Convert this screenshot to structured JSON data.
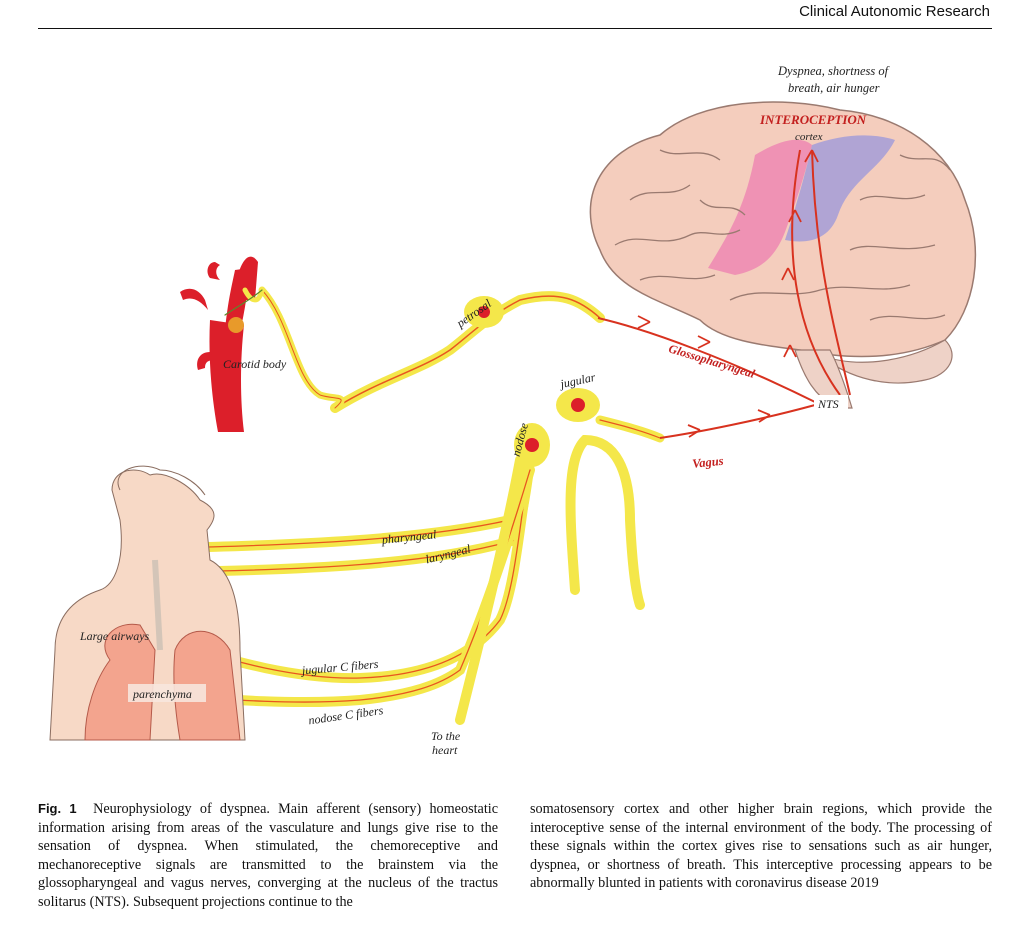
{
  "header": {
    "journal": "Clinical Autonomic Research"
  },
  "figure": {
    "labels": {
      "dyspnea_line1": "Dyspnea, shortness of",
      "dyspnea_line2": "breath, air hunger",
      "interoception": "INTEROCEPTION",
      "cortex": "cortex",
      "petrosal": "petrosal",
      "carotid_body": "Carotid body",
      "glossopharyngeal": "Glossopharyngeal",
      "nts": "NTS",
      "jugular": "jugular",
      "nodose": "nodose",
      "vagus": "Vagus",
      "pharyngeal": "pharyngeal",
      "laryngeal": "laryngeal",
      "large_airways": "Large airways",
      "jugular_c_fibers": "jugular C fibers",
      "parenchyma": "parenchyma",
      "nodose_c_fibers": "nodose C fibers",
      "to_the": "To the",
      "heart": "heart"
    },
    "colors": {
      "nerve": "#f4e74a",
      "nerve_core": "#e8561f",
      "pathway": "#d8321f",
      "brain": "#f4cdbd",
      "sensory_cortex_pink": "#ee8cb3",
      "sensory_cortex_purple": "#a9a0d6",
      "vessel": "#dc1f2a"
    }
  },
  "caption": {
    "fig_label": "Fig. 1",
    "left": "Neurophysiology of dyspnea. Main afferent (sensory) homeostatic information arising from areas of the vasculature and lungs give rise to the sensation of dyspnea. When stimulated, the chemoreceptive and mechanoreceptive signals are transmitted to the brainstem via the glossopharyngeal and vagus nerves, converging at the nucleus of the tractus solitarus (NTS). Subsequent projections continue to the",
    "right": "somatosensory cortex and other higher brain regions, which provide the interoceptive sense of the internal environment of the body. The processing of these signals within the cortex gives rise to sensations such as air hunger, dyspnea, or shortness of breath. This interceptive processing appears to be abnormally blunted in patients with coronavirus disease 2019"
  }
}
